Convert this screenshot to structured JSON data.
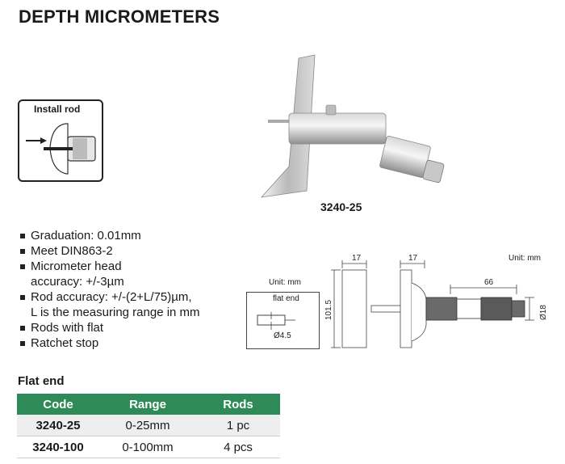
{
  "title": "DEPTH MICROMETERS",
  "install": {
    "label": "Install rod"
  },
  "product": {
    "model": "3240-25"
  },
  "features": [
    "Graduation: 0.01mm",
    "Meet DIN863-2",
    "Micrometer head",
    "accuracy: +/-3µm",
    "Rod accuracy: +/-(2+L/75)µm,",
    "L is the measuring range in mm",
    "Rods with flat",
    "Ratchet stop"
  ],
  "rod_diagram": {
    "unit": "Unit: mm",
    "label": "flat end",
    "diameter": "Ø4.5"
  },
  "dimension_diagram": {
    "unit": "Unit: mm",
    "base_width": "17",
    "base_height": "101.5",
    "head_width": "17",
    "length": "66",
    "diameter": "Ø18"
  },
  "table": {
    "title": "Flat end",
    "headers": [
      "Code",
      "Range",
      "Rods"
    ],
    "rows": [
      [
        "3240-25",
        "0-25mm",
        "1 pc"
      ],
      [
        "3240-100",
        "0-100mm",
        "4 pcs"
      ]
    ],
    "header_color": "#2e8b57"
  }
}
